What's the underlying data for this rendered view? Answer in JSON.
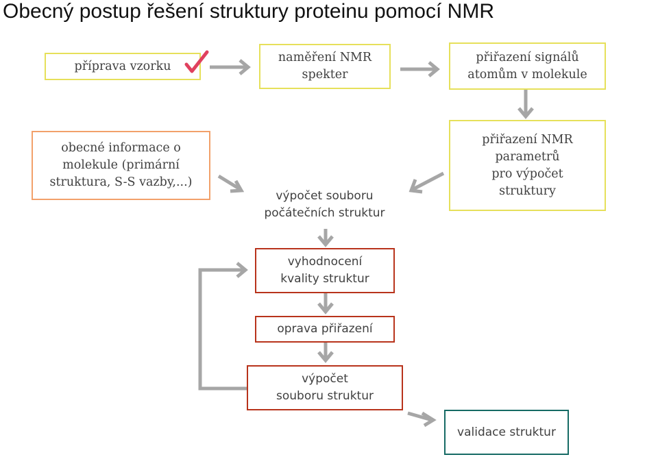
{
  "title": "Obecný postup řešení struktury proteinu pomocí NMR",
  "boxes": {
    "priprava": {
      "lines": [
        "příprava vzorku"
      ]
    },
    "namereni": {
      "lines": [
        "naměření NMR",
        "spekter"
      ]
    },
    "prirazeni_signalu": {
      "lines": [
        "přiřazení signálů",
        "atomům v molekule"
      ]
    },
    "obecne_informace": {
      "lines": [
        "obecné informace o",
        "molekule (primární",
        "struktura, S-S vazby,...)"
      ]
    },
    "vypocet_pocatecnich": {
      "lines": [
        "výpočet souboru",
        "počátečních struktur"
      ]
    },
    "prirazeni_parametru": {
      "lines": [
        "přiřazení NMR",
        "parametrů",
        "pro výpočet",
        "struktury"
      ]
    },
    "vyhodnoceni": {
      "lines": [
        "vyhodnocení",
        "kvality struktur"
      ]
    },
    "oprava": {
      "lines": [
        "oprava přiřazení"
      ]
    },
    "vypocet_souboru": {
      "lines": [
        "výpočet",
        "souboru struktur"
      ]
    },
    "validace": {
      "lines": [
        "validace struktur"
      ]
    }
  },
  "colors": {
    "yellow_border": "#e6e05a",
    "orange_border": "#f2a06a",
    "red_border": "#b8331b",
    "teal_border": "#156a64",
    "arrow": "#a6a6a6",
    "check": "#e0415e"
  },
  "icons": {
    "done_mark": "checkmark-icon"
  }
}
